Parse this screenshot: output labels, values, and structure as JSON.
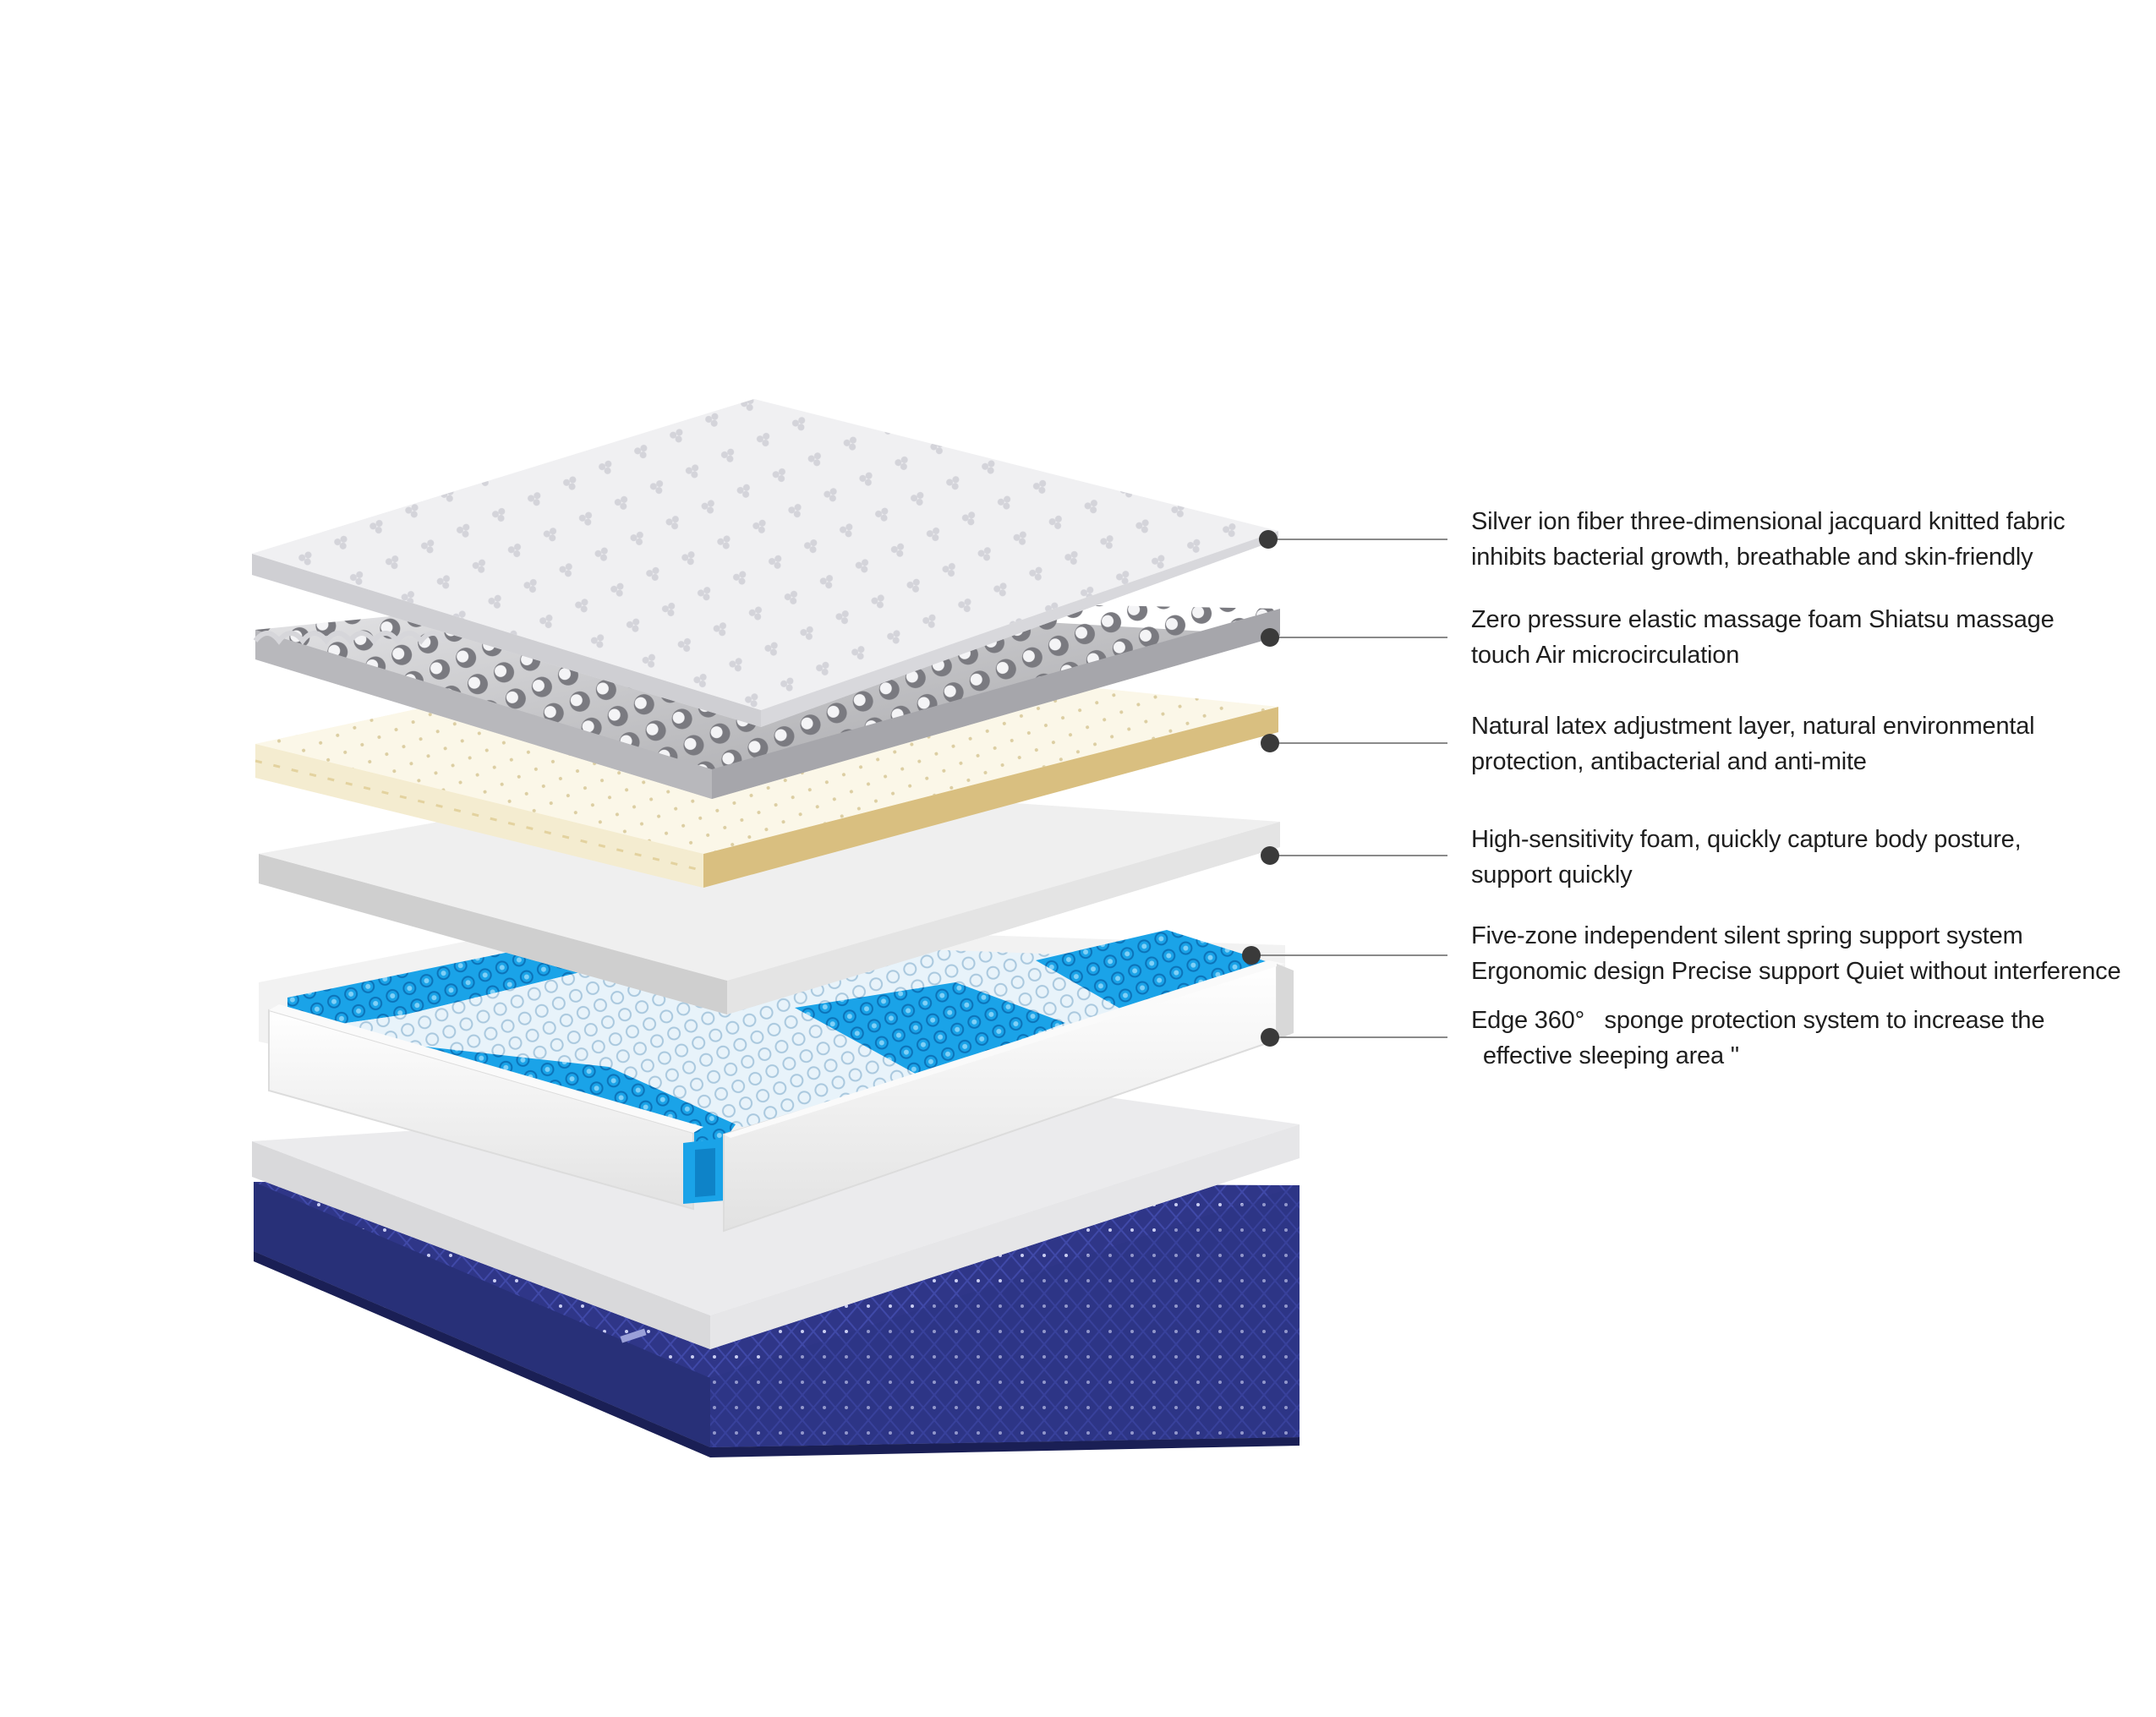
{
  "callouts": [
    {
      "layer": "fabric-cover",
      "lines": [
        "Silver ion fiber three-dimensional jacquard knitted fabric",
        "inhibits bacterial growth, breathable and skin-friendly"
      ]
    },
    {
      "layer": "massage-foam",
      "lines": [
        "Zero pressure elastic massage foam Shiatsu massage",
        "touch Air microcirculation"
      ]
    },
    {
      "layer": "latex",
      "lines": [
        "Natural latex adjustment layer, natural environmental",
        "protection, antibacterial and anti-mite"
      ]
    },
    {
      "layer": "foam",
      "lines": [
        "High-sensitivity foam, quickly capture body posture,",
        "support quickly"
      ]
    },
    {
      "layer": "spring-system",
      "lines": [
        "Five-zone independent silent spring support system",
        "Ergonomic design Precise support Quiet without interference"
      ]
    },
    {
      "layer": "edge-protection",
      "lines": [
        "Edge 360°   sponge protection system to increase the",
        " effective sleeping area \""
      ]
    }
  ],
  "colors": {
    "accent_blue": "#1aa3e8",
    "base_navy": "#2c3384",
    "latex": "#f6efd8",
    "dot": "#3a3a3a",
    "leader_line": "#8a8a8a"
  }
}
